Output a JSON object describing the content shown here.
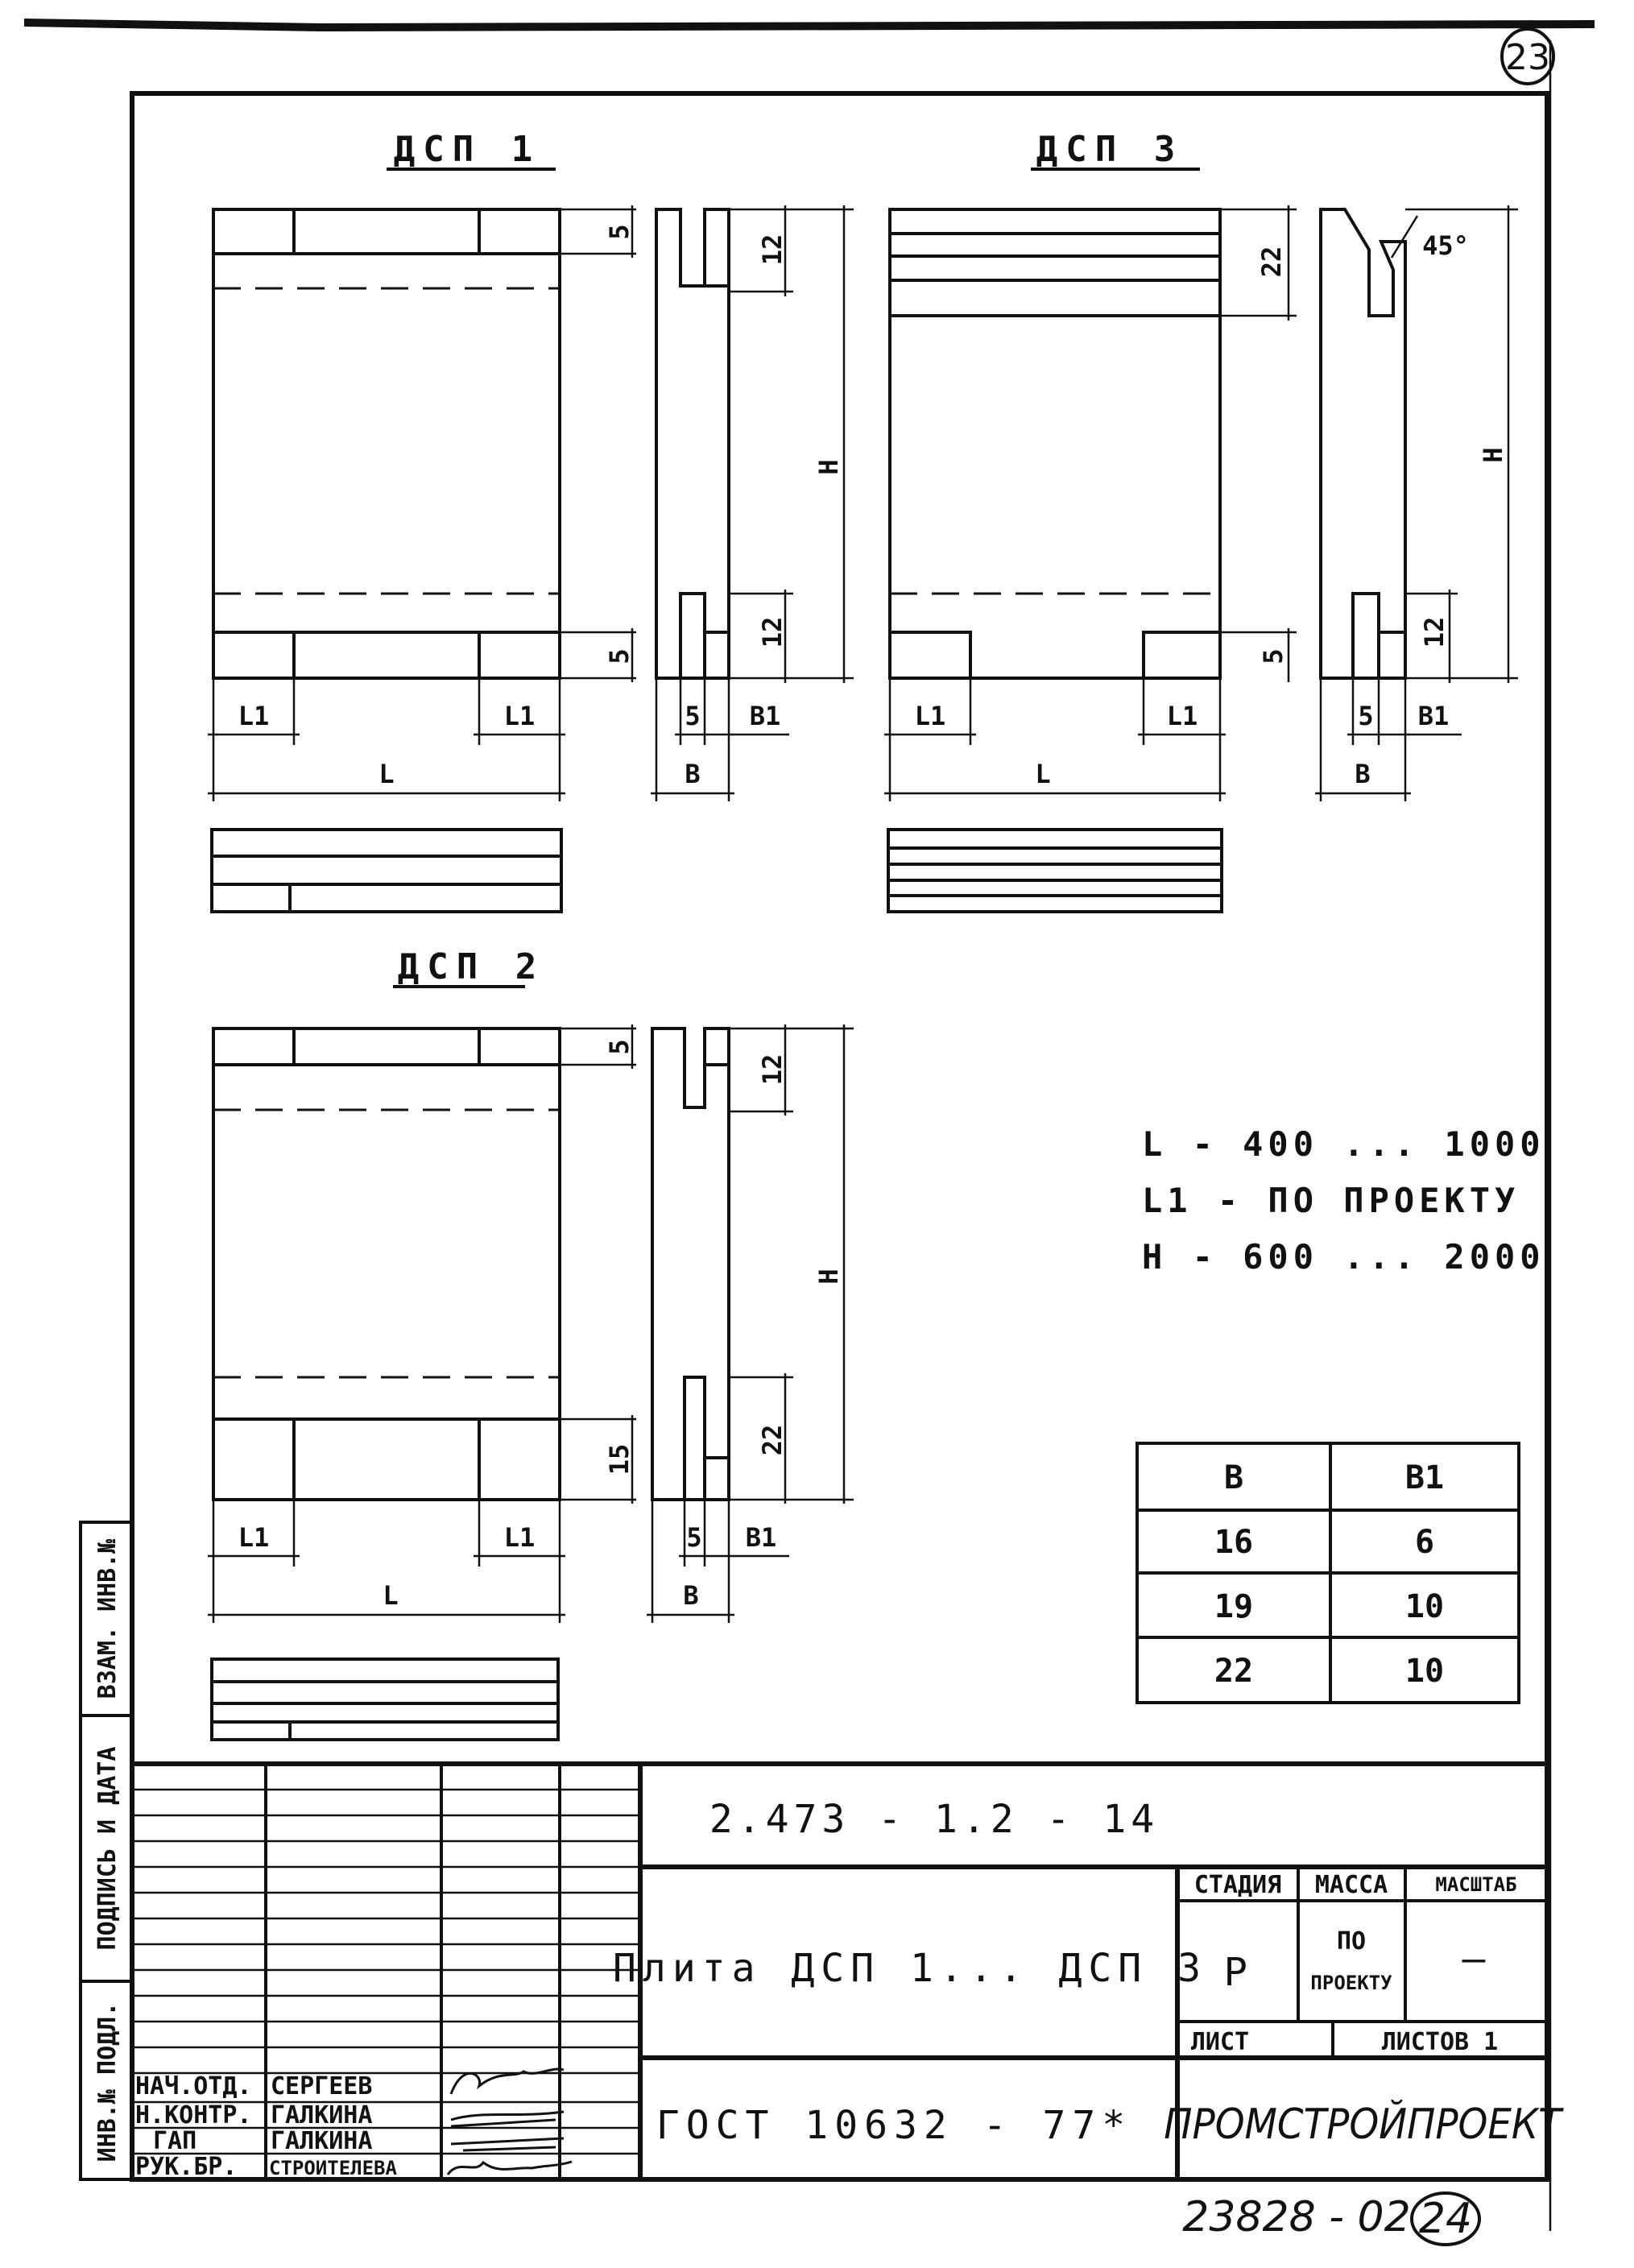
{
  "sheet_number_top": "23",
  "views": {
    "dsp1": {
      "title": "ДСП 1",
      "top_slot": "5",
      "bottom_slot": "5",
      "side_top": "12",
      "side_bottom": "12",
      "side_height": "Н",
      "side_groove": "5",
      "side_b1": "В1",
      "side_b": "В",
      "l1_left": "L1",
      "l1_right": "L1",
      "l": "L"
    },
    "dsp3": {
      "title": "ДСП 3",
      "top_band": "22",
      "bottom_slot": "5",
      "side_angle": "45°",
      "side_bottom": "12",
      "side_height": "Н",
      "side_groove": "5",
      "side_b1": "В1",
      "side_b": "В",
      "l1_left": "L1",
      "l1_right": "L1",
      "l": "L"
    },
    "dsp2": {
      "title": "ДСП 2",
      "top_slot": "5",
      "bottom_slot": "15",
      "side_top": "12",
      "side_bottom": "22",
      "side_height": "Н",
      "side_groove": "5",
      "side_b1": "В1",
      "side_b": "В",
      "l1_left": "L1",
      "l1_right": "L1",
      "l": "L"
    }
  },
  "spec": {
    "line1": "L -  400 ... 1000",
    "line2": "L1 - ПО ПРОЕКТУ",
    "line3": "Н  - 600 ... 2000"
  },
  "b_table": {
    "headers": [
      "В",
      "В1"
    ],
    "rows": [
      [
        "16",
        "6"
      ],
      [
        "19",
        "10"
      ],
      [
        "22",
        "10"
      ]
    ]
  },
  "title_block": {
    "doc_code": "2.473 - 1.2 - 14",
    "name": "Плита  ДСП 1... ДСП 3",
    "standard": "ГОСТ 10632 - 77*",
    "stage_label": "СТАДИЯ",
    "mass_label": "МАССА",
    "scale_label": "МАСШТАБ",
    "stage_value": "Р",
    "mass_value_1": "ПО",
    "mass_value_2": "ПРОЕКТУ",
    "scale_value": "—",
    "sheet_label": "ЛИСТ",
    "sheets_label": "ЛИСТОВ 1",
    "organization": "ПРОМСТРОЙПРОЕКТ",
    "signatures": [
      {
        "role": "НАЧ.ОТД.",
        "name": "СЕРГЕЕВ"
      },
      {
        "role": "Н.КОНТР.",
        "name": "ГАЛКИНА"
      },
      {
        "role": "ГАП",
        "name": "ГАЛКИНА"
      },
      {
        "role": "РУК.БР.",
        "name": "СТРОИТЕЛЕВА"
      }
    ]
  },
  "side_strip": {
    "inv_orig": "ИНВ.№ ПОДЛ.",
    "sign_date": "ПОДПИСЬ И ДАТА",
    "inv_repl": "ВЗАМ. ИНВ.№"
  },
  "footer": {
    "archive_number": "23828 - 02",
    "page_number": "24"
  }
}
